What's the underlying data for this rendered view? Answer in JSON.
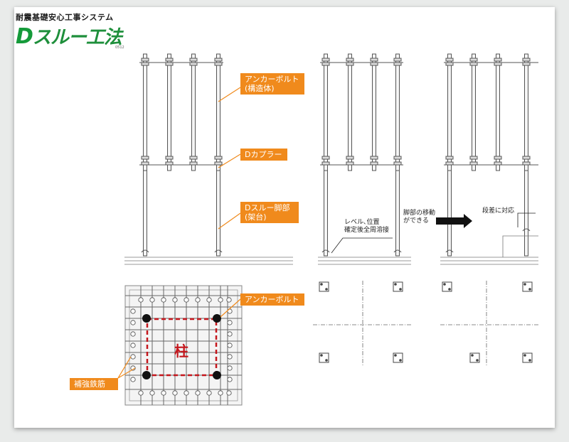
{
  "logo": {
    "subtitle": "耐震基礎安心工事システム",
    "title_d": "D",
    "title_rest": "スルー工法",
    "small": "0512"
  },
  "labels": {
    "anchor_bolt_structure": "アンカーボルト\n(構造体)",
    "d_coupler": "Dカプラー",
    "d_through_leg": "Dスルー脚部\n(架台)",
    "anchor_bolt": "アンカーボルト",
    "reinforcement": "補強鉄筋"
  },
  "notes": {
    "level_position": "レベル､位置\n確定後全周溶接",
    "leg_move": "脚部の移動\nができる",
    "step_support": "段差に対応"
  },
  "pillar": "柱",
  "colors": {
    "label_bg": "#f08a1c",
    "pillar_red": "#c4161c",
    "logo_green": "#1e8f3b",
    "line": "#555555"
  }
}
